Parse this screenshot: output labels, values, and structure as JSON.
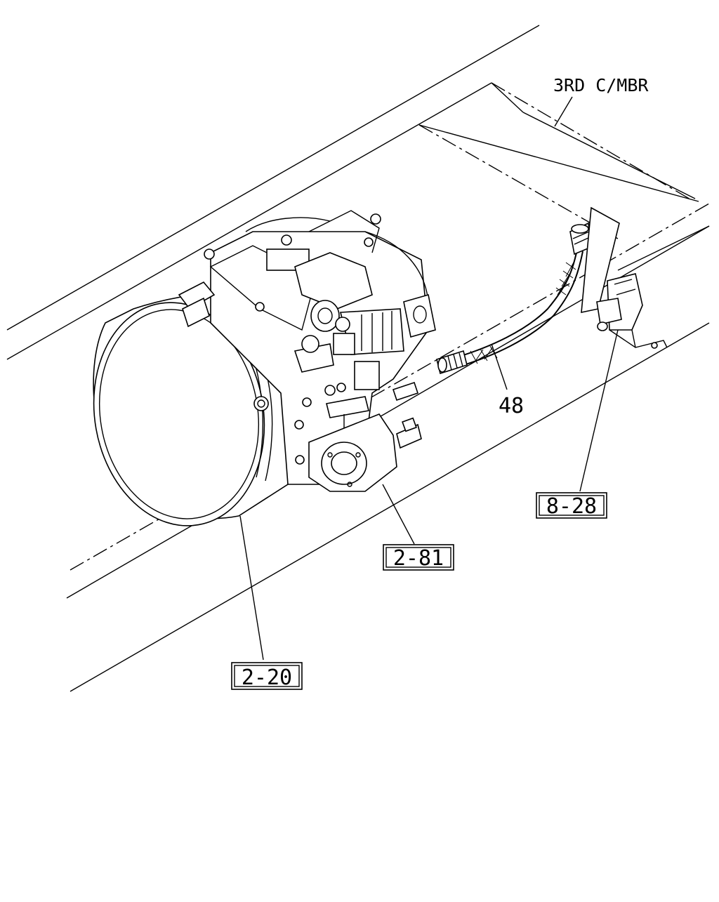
{
  "labels": {
    "member": "3RD C/MBR",
    "hose": "48",
    "ref_fitting": "8-28",
    "ref_pump": "2-81",
    "ref_transmission": "2-20"
  }
}
